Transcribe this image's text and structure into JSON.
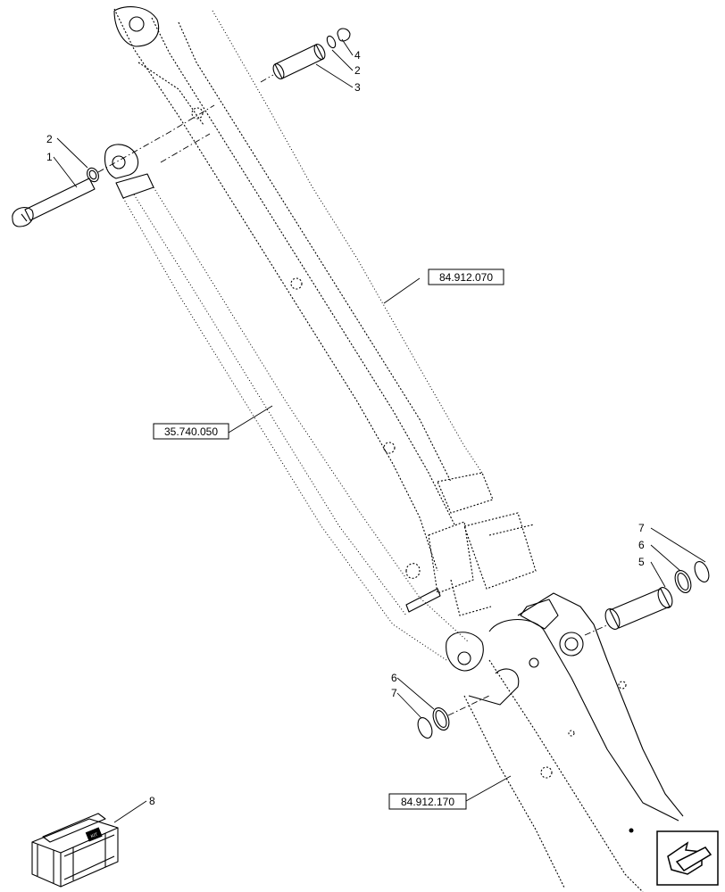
{
  "references": {
    "boom": "84.912.070",
    "cylinder": "35.740.050",
    "arm": "84.912.170"
  },
  "callouts": {
    "c1": "1",
    "c2a": "2",
    "c2b": "2",
    "c3": "3",
    "c4": "4",
    "c5": "5",
    "c6a": "6",
    "c6b": "6",
    "c7a": "7",
    "c7b": "7",
    "c8": "8"
  },
  "kit_label": "KIT"
}
